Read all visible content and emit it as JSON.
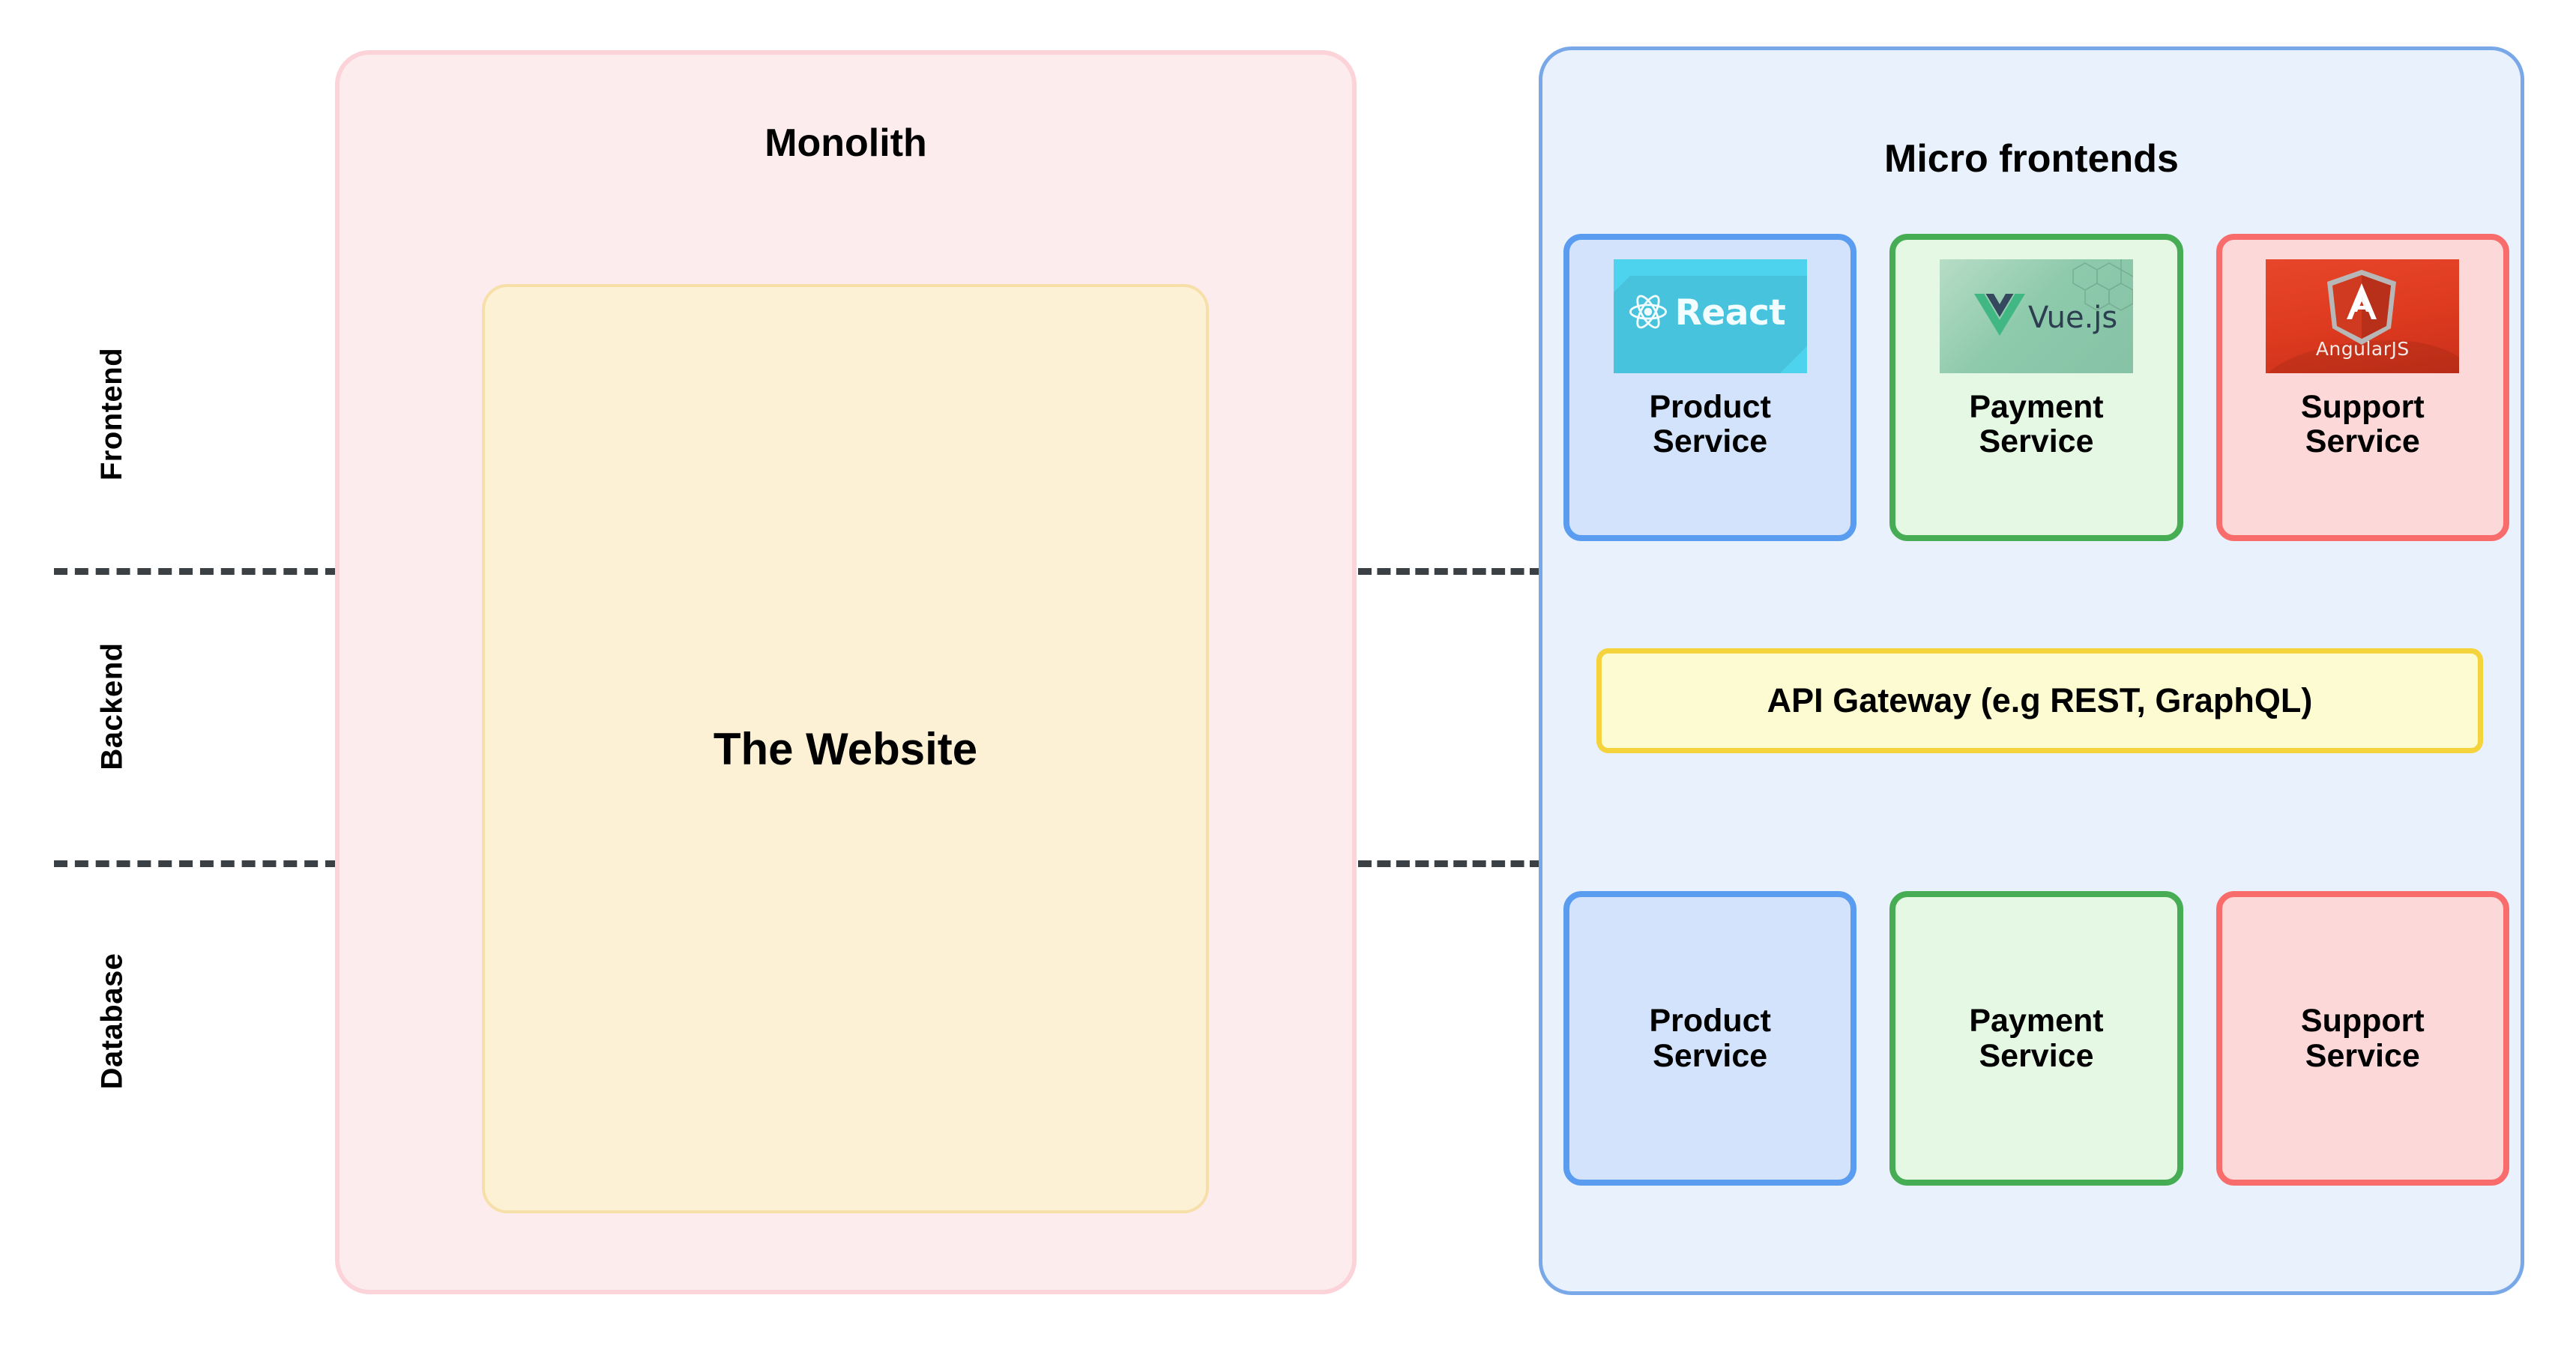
{
  "diagram": {
    "stage_labels": [
      {
        "name": "frontend",
        "text": "Frontend"
      },
      {
        "name": "backend",
        "text": "Backend"
      },
      {
        "name": "database",
        "text": "Database"
      }
    ],
    "monolith": {
      "title": "Monolith",
      "inner_box_label": "The Website",
      "panel_fill": "#fdecee",
      "panel_border": "#fbd3d8",
      "inner_fill": "#fdf1d5",
      "inner_border": "#f6dfa9"
    },
    "micro_frontends": {
      "title": "Micro frontends",
      "panel_fill": "#e9f1fd",
      "panel_border": "#79a8e8",
      "frontend_cards": [
        {
          "label": "Product\nService",
          "logo_name": "react-logo",
          "logo_text": "React",
          "accent": "#5a9cf0",
          "fill": "#d2e3fb",
          "logo_bg": "#4ed3ef"
        },
        {
          "label": "Payment\nService",
          "logo_name": "vuejs-logo",
          "logo_text": "Vue.js",
          "accent": "#46ad54",
          "fill": "#e5f8e3",
          "logo_bg": "#8dc9ab"
        },
        {
          "label": "Support\nService",
          "logo_name": "angularjs-logo",
          "logo_text": "AngularJS",
          "accent": "#f96c6c",
          "fill": "#fcd8d8",
          "logo_bg": "#dd3a1f"
        }
      ],
      "api_gateway": {
        "label": "API Gateway (e.g REST, GraphQL)",
        "fill": "#fcfbd2",
        "border": "#f5d33c"
      },
      "database_cards": [
        {
          "label": "Product\nService",
          "accent": "#5a9cf0",
          "fill": "#d2e3fb"
        },
        {
          "label": "Payment\nService",
          "accent": "#46ad54",
          "fill": "#e5f8e3"
        },
        {
          "label": "Support\nService",
          "accent": "#f96c6c",
          "fill": "#fcd8d8"
        }
      ]
    },
    "dividers": {
      "color": "#3b4045",
      "style": "dashed",
      "count": 4
    }
  }
}
